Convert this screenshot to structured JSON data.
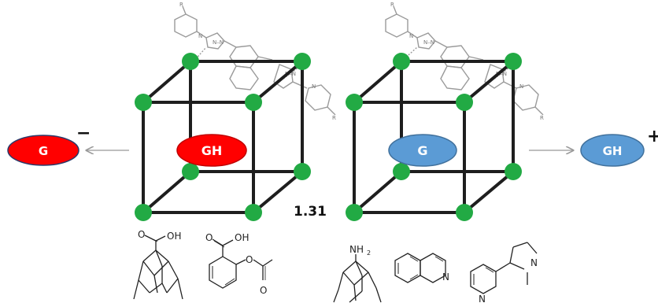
{
  "colors": {
    "red_ellipse": "#ff0000",
    "red_border": "#c00000",
    "blue_ellipse": "#5b9bd5",
    "blue_border": "#41719c",
    "node_green": "#22aa44",
    "edge": "#1e1e1e",
    "arrow": "#999999"
  },
  "left_panel": {
    "inner_label": "GH",
    "outer_label": "G",
    "charge": "−"
  },
  "right_panel": {
    "inner_label": "G",
    "outer_label": "GH",
    "charge": "+"
  },
  "value_label": "1.31",
  "molecules": {
    "acid1_oh": "OH",
    "acid1_o": "O",
    "acid2_oh": "OH",
    "acid2_o": "O",
    "acid2_o_ring": "O",
    "acid2_o_carbonyl": "O",
    "amine_nh2": "NH",
    "amine_sub": "2",
    "isoquinoline_n": "N",
    "nicotine_pyridine_n": "N",
    "nicotine_pyrrolidine_n": "N"
  }
}
